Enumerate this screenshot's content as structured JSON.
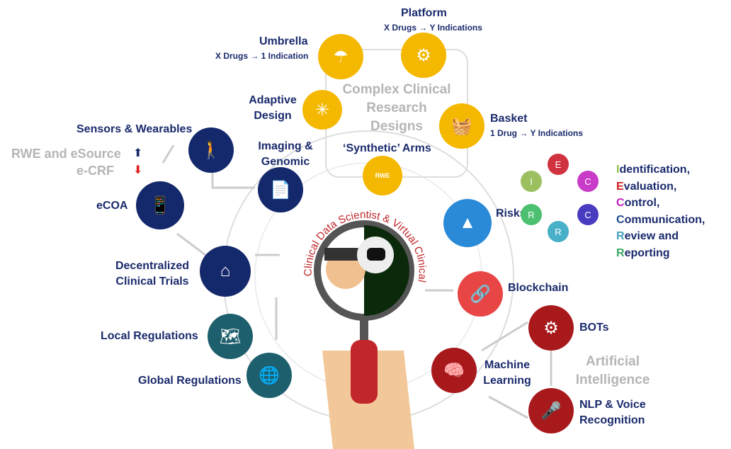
{
  "center": {
    "title": "Clinical Data Scientist & Virtual Clinical Data Manager"
  },
  "designs": {
    "title": "Complex Clinical Research Designs",
    "platform": {
      "label": "Platform",
      "sub": "X Drugs → Y Indications"
    },
    "umbrella": {
      "label": "Umbrella",
      "sub": "X Drugs → 1 Indication"
    },
    "adaptive": {
      "label": "Adaptive Design"
    },
    "basket": {
      "label": "Basket",
      "sub": "1 Drug → Y Indications"
    },
    "synthetic": {
      "label": "‘Synthetic’ Arms",
      "icon_text": "RWE"
    }
  },
  "left": {
    "sensors": "Sensors & Wearables",
    "rwe": "RWE and eSource",
    "ecrf": "e-CRF",
    "imaging": "Imaging & Genomic",
    "ecoa": "eCOA",
    "dct": "Decentralized Clinical Trials",
    "local": "Local Regulations",
    "global": "Global Regulations"
  },
  "right": {
    "risks": "Risks",
    "blockchain": "Blockchain",
    "bots": "BOTs",
    "ai": "Artificial Intelligence",
    "ml": "Machine Learning",
    "nlp": "NLP & Voice Recognition"
  },
  "risk_cycle": {
    "nodes": [
      {
        "letter": "E",
        "color": "#d0323f"
      },
      {
        "letter": "C",
        "color": "#c83cc8"
      },
      {
        "letter": "C",
        "color": "#4a3cc0"
      },
      {
        "letter": "R",
        "color": "#48b0c8"
      },
      {
        "letter": "R",
        "color": "#4cc070"
      },
      {
        "letter": "I",
        "color": "#9cc060"
      }
    ],
    "items": [
      {
        "initial": "I",
        "rest": "dentification,",
        "color": "#8cc04a"
      },
      {
        "initial": "E",
        "rest": "valuation,",
        "color": "#d01c1c"
      },
      {
        "initial": "C",
        "rest": "ontrol,",
        "color": "#c020c0"
      },
      {
        "initial": "C",
        "rest": "ommunication,",
        "color": "#1a4a8c"
      },
      {
        "initial": "R",
        "rest": "eview and",
        "color": "#40a0b8"
      },
      {
        "initial": "R",
        "rest": "eporting",
        "color": "#38a860"
      }
    ]
  },
  "colors": {
    "gold": "#f5b800",
    "navy": "#14286c",
    "teal": "#1e5f6e",
    "blue": "#2a8ad8",
    "red": "#e84545",
    "darkred": "#a8191c"
  }
}
